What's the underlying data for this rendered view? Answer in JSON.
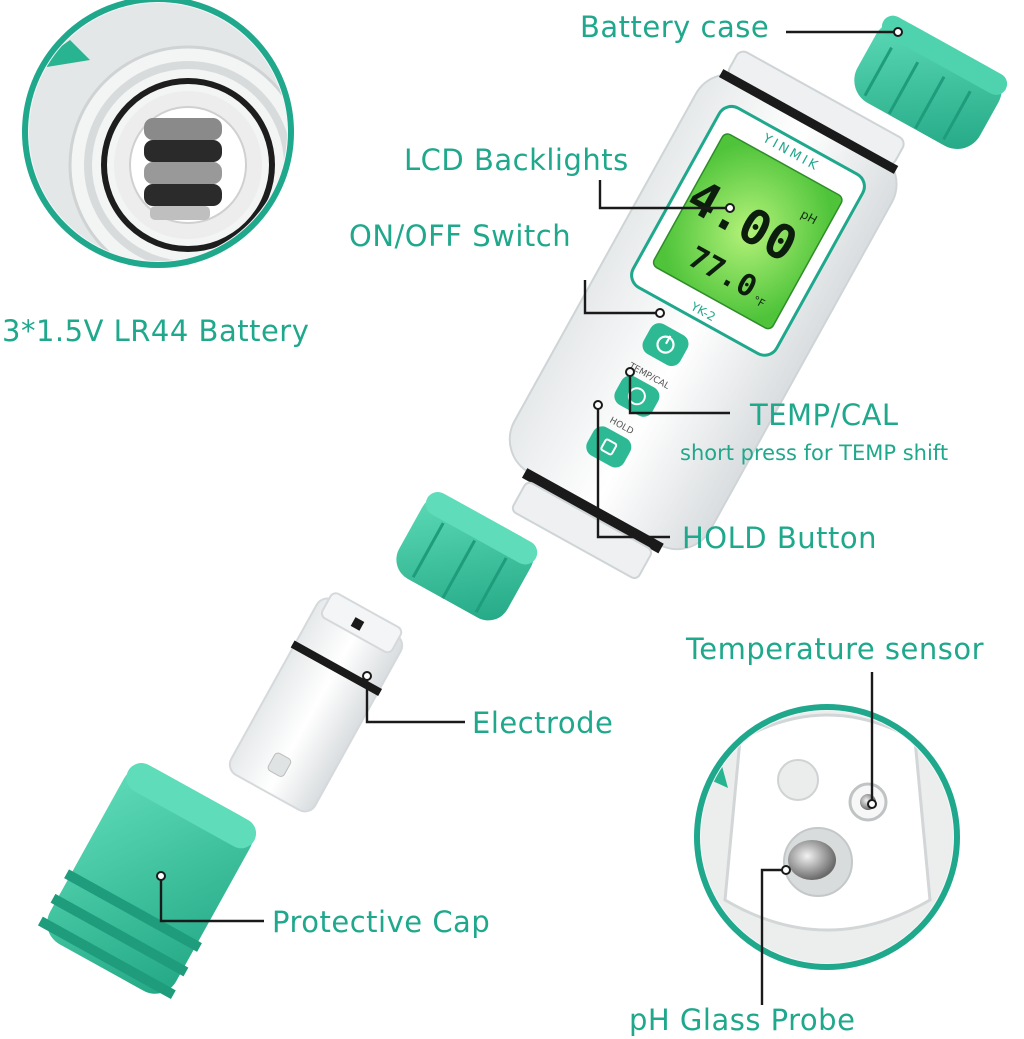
{
  "labels": {
    "battery_case": "Battery case",
    "lcd_backlights": "LCD Backlights",
    "on_off_switch": "ON/OFF Switch",
    "battery": "3*1.5V LR44 Battery",
    "temp_cal": "TEMP/CAL",
    "temp_cal_sub": "short press for TEMP shift",
    "hold_button": "HOLD Button",
    "electrode": "Electrode",
    "protective_cap": "Protective Cap",
    "temperature_sensor": "Temperature sensor",
    "ph_glass_probe": "pH Glass Probe"
  },
  "device": {
    "brand": "YINMIK",
    "model": "YK-2",
    "ph_reading": "4.00",
    "ph_unit": "pH",
    "temp_reading": "77.0",
    "temp_unit": "°F",
    "temp_cal_key": "TEMP/CAL",
    "hold_key": "HOLD"
  },
  "colors": {
    "accent": "#1fa88c",
    "teal_part": "#3dc9a5",
    "lcd_green": "#7de04a",
    "outline": "#1a1a1a"
  }
}
